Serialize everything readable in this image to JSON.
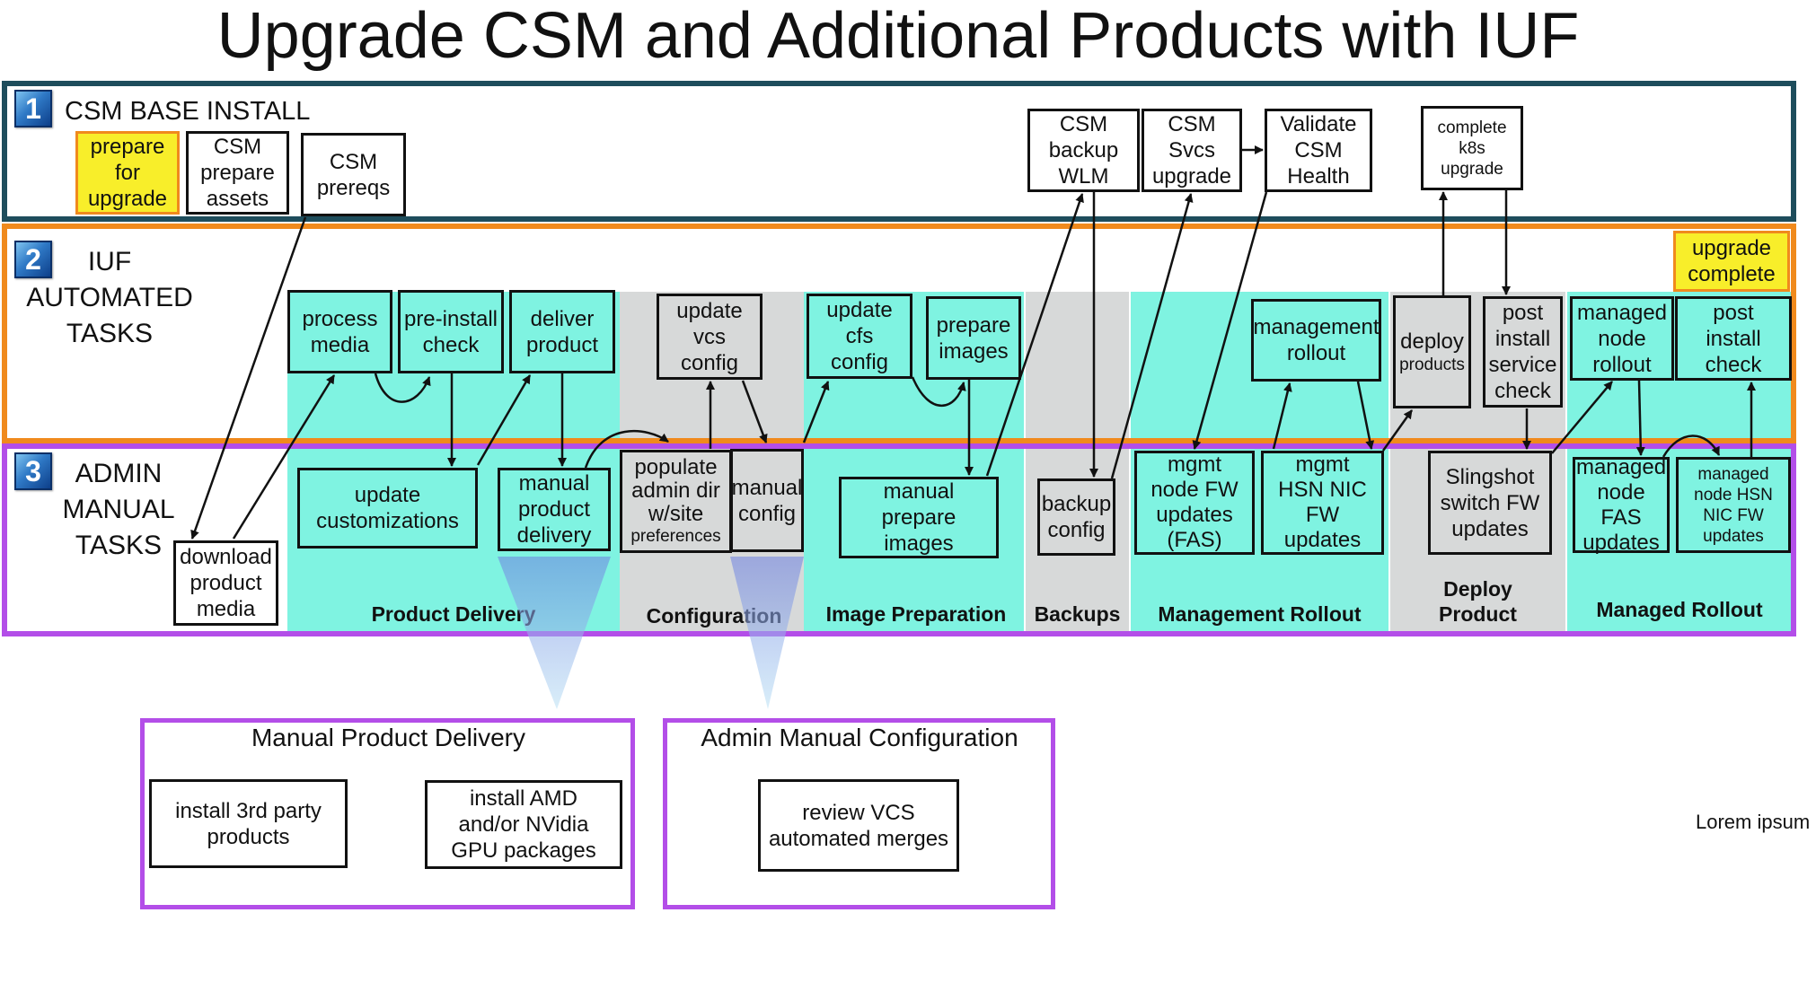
{
  "title": "Upgrade CSM and Additional Products with IUF",
  "lanes": [
    {
      "number": "1",
      "label": "CSM BASE INSTALL"
    },
    {
      "number": "2",
      "label": "IUF\nAUTOMATED\nTASKS"
    },
    {
      "number": "3",
      "label": "ADMIN\nMANUAL\nTASKS"
    }
  ],
  "phases": {
    "product_delivery": "Product Delivery",
    "configuration": "Configuration",
    "image_preparation": "Image Preparation",
    "backups": "Backups",
    "management_rollout": "Management Rollout",
    "deploy_product": "Deploy\nProduct",
    "managed_rollout": "Managed Rollout"
  },
  "csm_tasks": {
    "prepare_for_upgrade": "prepare\nfor\nupgrade",
    "csm_prepare_assets": "CSM\nprepare\nassets",
    "csm_prereqs": "CSM\nprereqs",
    "csm_backup_wlm": "CSM\nbackup\nWLM",
    "csm_svcs_upgrade": "CSM\nSvcs\nupgrade",
    "validate_csm_health": "Validate\nCSM\nHealth",
    "complete_k8s_upgrade": "complete\nk8s\nupgrade"
  },
  "iuf_tasks": {
    "process_media": "process\nmedia",
    "pre_install_check": "pre-install\ncheck",
    "deliver_product": "deliver\nproduct",
    "update_vcs_config": "update\nvcs\nconfig",
    "update_cfs_config": "update\ncfs\nconfig",
    "prepare_images": "prepare\nimages",
    "management_rollout": "management\nrollout",
    "deploy_products_main": "deploy",
    "deploy_products_sub": "products",
    "post_install_service_check": "post\ninstall\nservice\ncheck",
    "managed_node_rollout": "managed\nnode\nrollout",
    "post_install_check": "post\ninstall\ncheck",
    "upgrade_complete": "upgrade\ncomplete"
  },
  "admin_tasks": {
    "download_product_media": "download\nproduct\nmedia",
    "update_customizations": "update\ncustomizations",
    "manual_product_delivery": "manual\nproduct\ndelivery",
    "populate_admin_dir_main": "populate\nadmin dir\nw/site",
    "populate_admin_dir_sub": "preferences",
    "manual_config": "manual\nconfig",
    "manual_prepare_images": "manual\nprepare\nimages",
    "backup_config": "backup\nconfig",
    "mgmt_node_fw_updates": "mgmt\nnode FW\nupdates\n(FAS)",
    "mgmt_hsn_nic_fw_updates": "mgmt\nHSN NIC\nFW\nupdates",
    "slingshot_switch_fw_updates": "Slingshot\nswitch FW\nupdates",
    "managed_node_fas_updates": "managed\nnode FAS\nupdates",
    "managed_node_hsn_nic_fw_updates": "managed\nnode HSN\nNIC FW\nupdates"
  },
  "detail_panels": {
    "manual_product_delivery": {
      "title": "Manual Product Delivery",
      "install_3rd_party": "install 3rd party\nproducts",
      "install_gpu": "install AMD\nand/or NVidia\nGPU packages"
    },
    "admin_manual_configuration": {
      "title": "Admin Manual Configuration",
      "review_vcs": "review VCS\nautomated merges"
    }
  },
  "footer_note": "Lorem ipsum",
  "colors": {
    "lane1_border": "#1e4d5c",
    "lane2_border": "#f08a1d",
    "lane3_border": "#b34ee8",
    "automated_fill": "#7ff3e1",
    "grey_fill": "#d7d9d9",
    "highlight_fill": "#f8ee2a"
  }
}
